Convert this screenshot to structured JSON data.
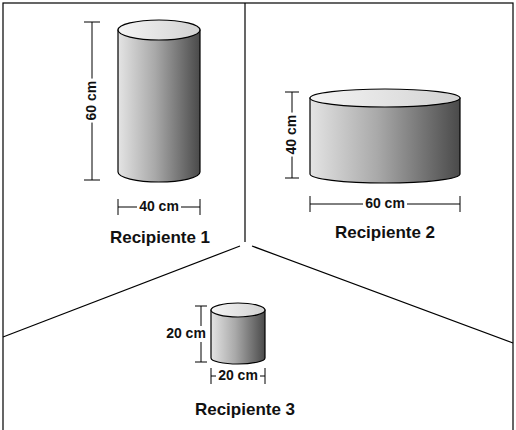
{
  "diagram": {
    "labels": [
      "60 cm",
      "40 cm",
      "Recipiente 1",
      "40 cm",
      "60 cm",
      "Recipiente 2",
      "20 cm",
      "20 cm",
      "Recipiente 3"
    ]
  }
}
